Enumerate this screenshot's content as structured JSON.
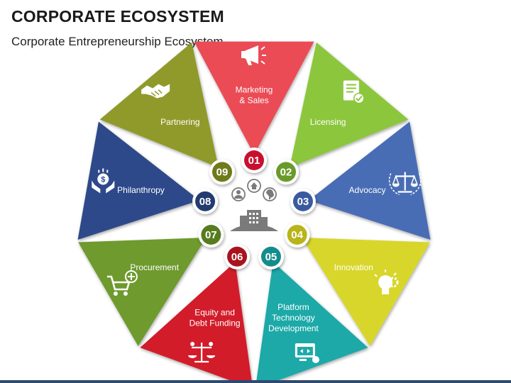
{
  "header": {
    "title": "CORPORATE ECOSYSTEM",
    "subtitle": "Corporate Entrepreneurship Ecosystem"
  },
  "segments": [
    {
      "number": "01",
      "label_lines": [
        "Marketing",
        "& Sales"
      ],
      "color": "#ea4b55",
      "num_color": "#c8102e",
      "icon": "megaphone-icon"
    },
    {
      "number": "02",
      "label_lines": [
        "Licensing"
      ],
      "color": "#8cc63e",
      "num_color": "#6a9a2a",
      "icon": "license-document-icon"
    },
    {
      "number": "03",
      "label_lines": [
        "Advocacy"
      ],
      "color": "#4a6db5",
      "num_color": "#3a5aa0",
      "icon": "scales-justice-icon"
    },
    {
      "number": "04",
      "label_lines": [
        "Innovation"
      ],
      "color": "#d8d62a",
      "num_color": "#b8b41a",
      "icon": "lightbulb-gear-icon"
    },
    {
      "number": "05",
      "label_lines": [
        "Platform",
        "Technology",
        "Development"
      ],
      "color": "#1fa9a8",
      "num_color": "#158c8c",
      "icon": "web-platform-icon"
    },
    {
      "number": "06",
      "label_lines": [
        "Equity and",
        "Debt Funding"
      ],
      "color": "#d21f2c",
      "num_color": "#a8131f",
      "icon": "money-balance-icon"
    },
    {
      "number": "07",
      "label_lines": [
        "Procurement"
      ],
      "color": "#6e9a2e",
      "num_color": "#567c1e",
      "icon": "shopping-cart-icon"
    },
    {
      "number": "08",
      "label_lines": [
        "Philanthropy"
      ],
      "color": "#2e4a8a",
      "num_color": "#243b70",
      "icon": "charity-hands-icon"
    },
    {
      "number": "09",
      "label_lines": [
        "Partnering"
      ],
      "color": "#8f9a2a",
      "num_color": "#6f7a1a",
      "icon": "handshake-icon"
    }
  ],
  "center": {
    "icon": "corporate-city-globe-icon",
    "color": "#7a7a7a"
  }
}
